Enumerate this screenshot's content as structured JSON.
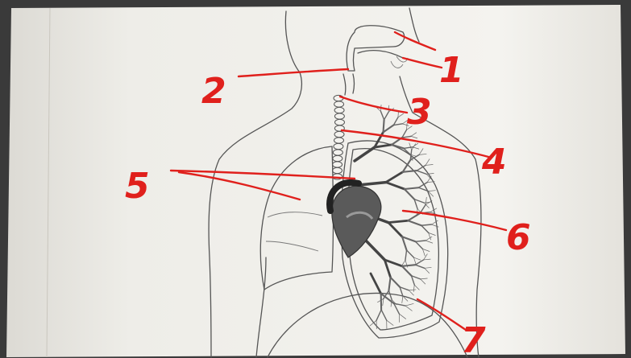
{
  "diagram": {
    "labels": [
      {
        "id": "1",
        "text": "1"
      },
      {
        "id": "2",
        "text": "2"
      },
      {
        "id": "3",
        "text": "3"
      },
      {
        "id": "4",
        "text": "4"
      },
      {
        "id": "5",
        "text": "5"
      },
      {
        "id": "6",
        "text": "6"
      },
      {
        "id": "7",
        "text": "7"
      }
    ],
    "colors": {
      "paper": "#f1f0ec",
      "pencil": "#555555",
      "marker_red": "#e0201c",
      "organ_dark": "#333333"
    }
  }
}
